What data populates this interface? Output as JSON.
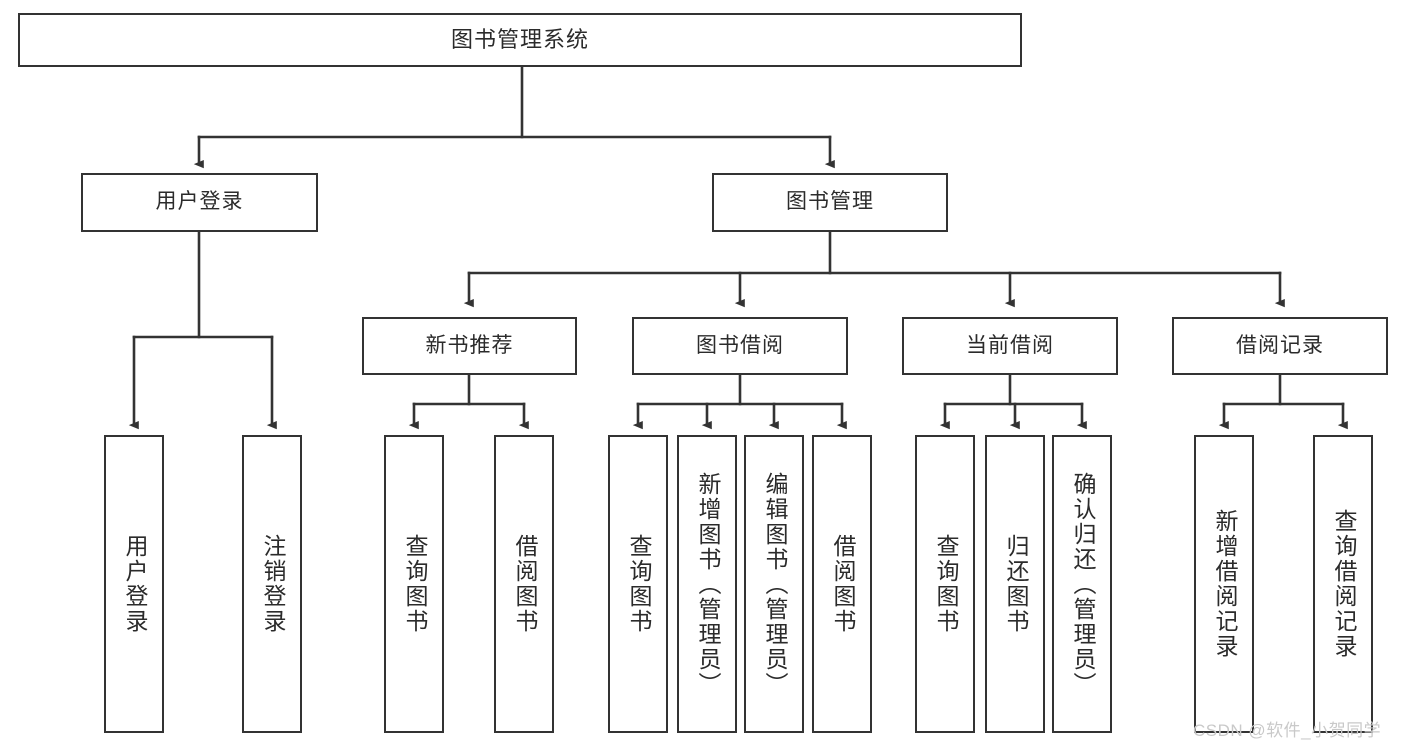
{
  "diagram": {
    "title": "图书管理系统",
    "type": "tree-hierarchy",
    "colors": {
      "box_border": "#333333",
      "box_fill": "#ffffff",
      "text": "#2b2b2b",
      "connector": "#333333",
      "watermark": "#c9c9c9"
    },
    "root": {
      "label": "图书管理系统"
    },
    "level2": [
      {
        "label": "用户登录"
      },
      {
        "label": "图书管理"
      }
    ],
    "level3": [
      {
        "label": "新书推荐"
      },
      {
        "label": "图书借阅"
      },
      {
        "label": "当前借阅"
      },
      {
        "label": "借阅记录"
      }
    ],
    "leaves": {
      "user_login": [
        {
          "label": "用户登录"
        },
        {
          "label": "注销登录"
        }
      ],
      "new_book_recommend": [
        {
          "label": "查询图书"
        },
        {
          "label": "借阅图书"
        }
      ],
      "book_borrow": [
        {
          "label": "查询图书"
        },
        {
          "label": "新增图书（管理员）"
        },
        {
          "label": "编辑图书（管理员）"
        },
        {
          "label": "借阅图书"
        }
      ],
      "current_borrow": [
        {
          "label": "查询图书"
        },
        {
          "label": "归还图书"
        },
        {
          "label": "确认归还（管理员）"
        }
      ],
      "borrow_record": [
        {
          "label": "新增借阅记录"
        },
        {
          "label": "查询借阅记录"
        }
      ]
    }
  },
  "watermark": {
    "text": "CSDN @软件_小贺同学"
  }
}
